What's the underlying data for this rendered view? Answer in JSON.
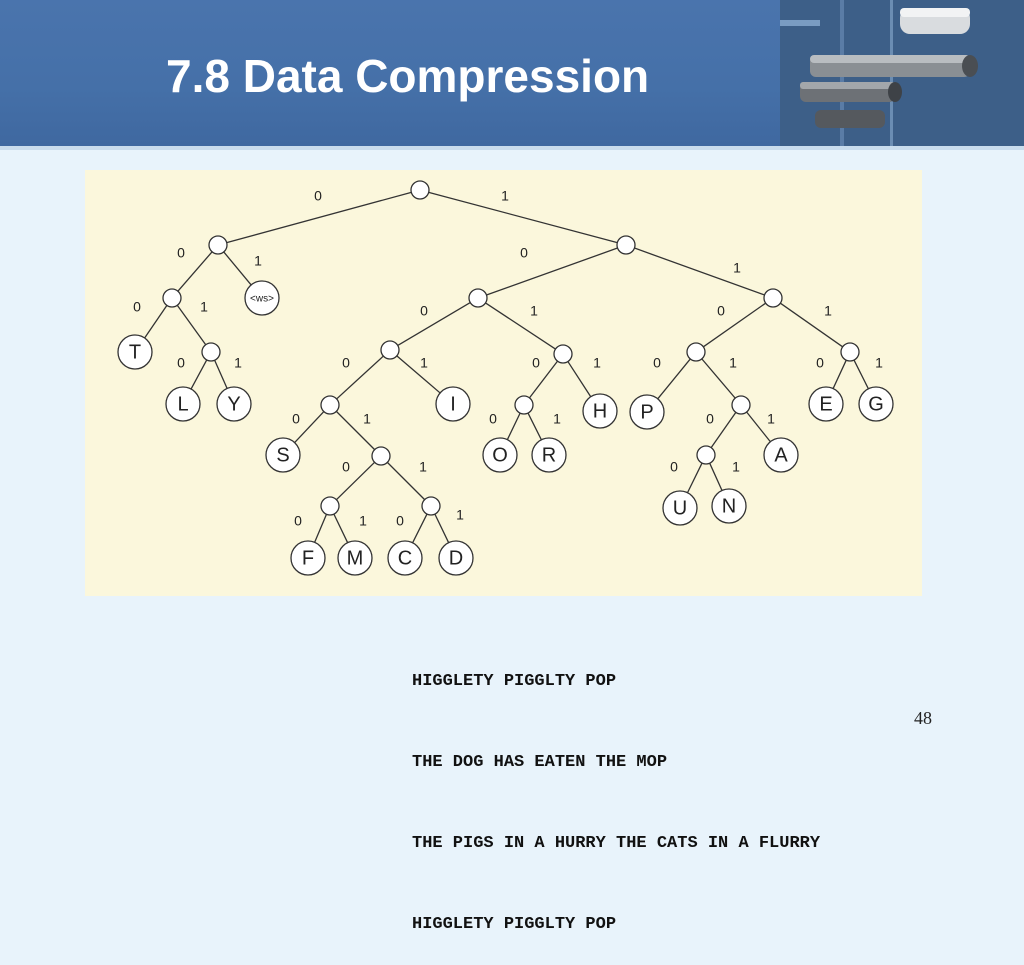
{
  "slide": {
    "title": "7.8 Data Compression",
    "page_number": "48"
  },
  "tree": {
    "leaves": {
      "T": "T",
      "L": "L",
      "Y": "Y",
      "WS": "<ws>",
      "S": "S",
      "I": "I",
      "F": "F",
      "M": "M",
      "C": "C",
      "D": "D",
      "O": "O",
      "R": "R",
      "H": "H",
      "P": "P",
      "U": "U",
      "N": "N",
      "A": "A",
      "E": "E",
      "G": "G"
    },
    "edges": [
      {
        "from": "root",
        "to": "n0",
        "bit": "0"
      },
      {
        "from": "root",
        "to": "n1",
        "bit": "1"
      },
      {
        "from": "n0",
        "to": "n00",
        "bit": "0"
      },
      {
        "from": "n0",
        "to": "WS",
        "bit": "1"
      },
      {
        "from": "n00",
        "to": "T",
        "bit": "0"
      },
      {
        "from": "n00",
        "to": "n001",
        "bit": "1"
      },
      {
        "from": "n001",
        "to": "L",
        "bit": "0"
      },
      {
        "from": "n001",
        "to": "Y",
        "bit": "1"
      },
      {
        "from": "n1",
        "to": "n10",
        "bit": "0"
      },
      {
        "from": "n1",
        "to": "n11",
        "bit": "1"
      },
      {
        "from": "n10",
        "to": "n100",
        "bit": "0"
      },
      {
        "from": "n10",
        "to": "n101",
        "bit": "1"
      },
      {
        "from": "n100",
        "to": "n1000",
        "bit": "0"
      },
      {
        "from": "n100",
        "to": "I",
        "bit": "1"
      },
      {
        "from": "n1000",
        "to": "S",
        "bit": "0"
      },
      {
        "from": "n1000",
        "to": "n10001",
        "bit": "1"
      },
      {
        "from": "n10001",
        "to": "n100010",
        "bit": "0"
      },
      {
        "from": "n10001",
        "to": "n100011",
        "bit": "1"
      },
      {
        "from": "n100010",
        "to": "F",
        "bit": "0"
      },
      {
        "from": "n100010",
        "to": "M",
        "bit": "1"
      },
      {
        "from": "n100011",
        "to": "C",
        "bit": "0"
      },
      {
        "from": "n100011",
        "to": "D",
        "bit": "1"
      },
      {
        "from": "n101",
        "to": "n1010",
        "bit": "0"
      },
      {
        "from": "n101",
        "to": "H",
        "bit": "1"
      },
      {
        "from": "n1010",
        "to": "O",
        "bit": "0"
      },
      {
        "from": "n1010",
        "to": "R",
        "bit": "1"
      },
      {
        "from": "n11",
        "to": "n110",
        "bit": "0"
      },
      {
        "from": "n11",
        "to": "n111",
        "bit": "1"
      },
      {
        "from": "n110",
        "to": "P",
        "bit": "0"
      },
      {
        "from": "n110",
        "to": "n1101",
        "bit": "1"
      },
      {
        "from": "n1101",
        "to": "n11010",
        "bit": "0"
      },
      {
        "from": "n1101",
        "to": "A",
        "bit": "1"
      },
      {
        "from": "n11010",
        "to": "U",
        "bit": "0"
      },
      {
        "from": "n11010",
        "to": "N",
        "bit": "1"
      },
      {
        "from": "n111",
        "to": "E",
        "bit": "0"
      },
      {
        "from": "n111",
        "to": "G",
        "bit": "1"
      }
    ]
  },
  "poem": {
    "lines": [
      "HIGGLETY PIGGLTY POP",
      "THE DOG HAS EATEN THE MOP",
      "THE PIGS IN A HURRY THE CATS IN A FLURRY",
      "HIGGLETY PIGGLTY POP"
    ]
  },
  "colors": {
    "header": "#4570a8",
    "background": "#e8f3fb",
    "panel": "#fbf7dc"
  }
}
